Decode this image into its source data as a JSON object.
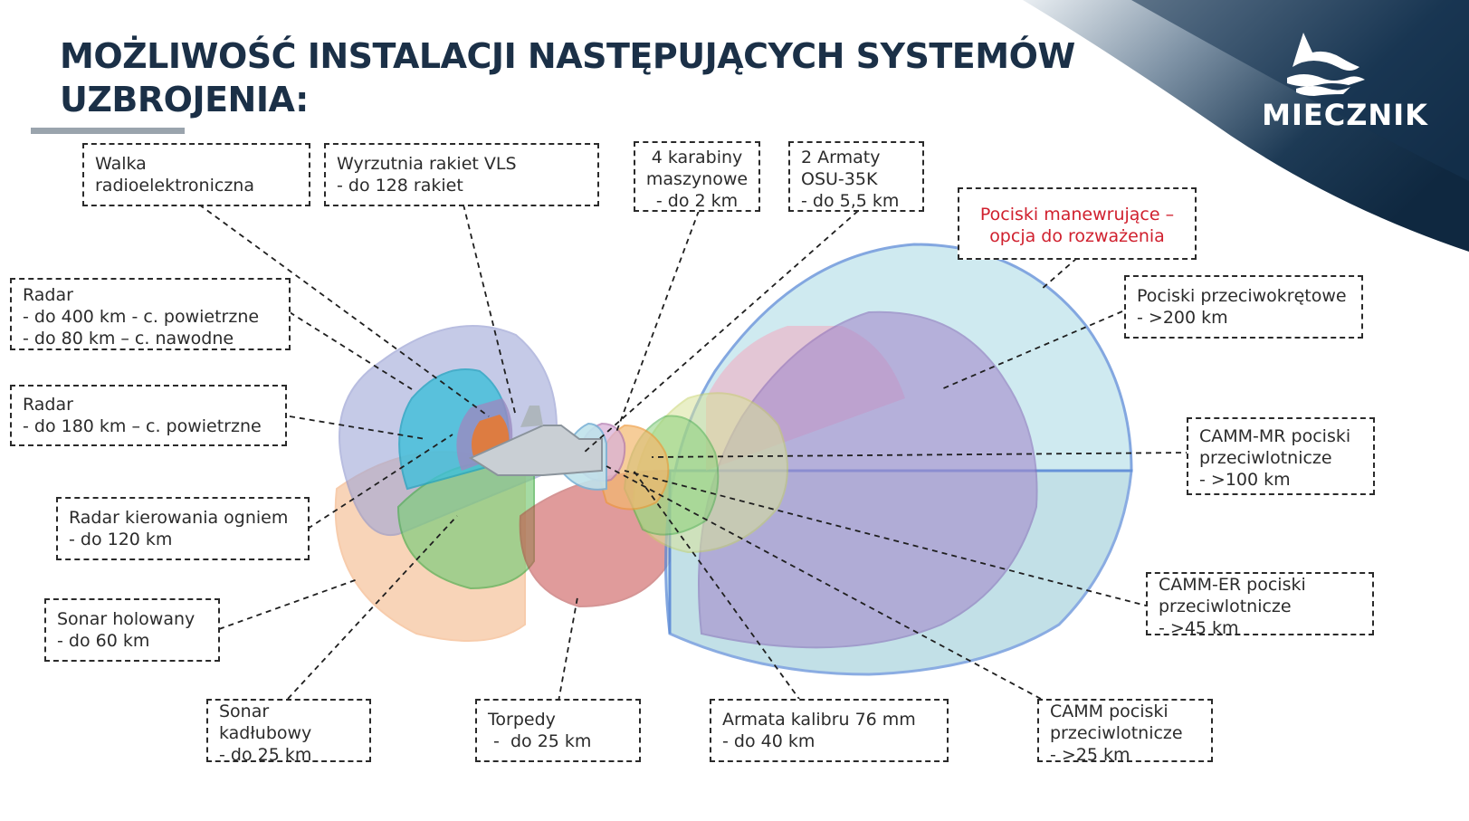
{
  "title": "MOŻLIWOŚĆ INSTALACJI NASTĘPUJĄCYCH SYSTEMÓW UZBROJENIA:",
  "logo": {
    "text": "MIECZNIK",
    "icon": "mecznik-bird-wave-icon"
  },
  "colors": {
    "title": "#1b3047",
    "brand_dark": "#142f47",
    "accent_red": "#d0202e"
  },
  "labels": {
    "walka": [
      "Walka",
      "radioelektroniczna"
    ],
    "vls": [
      "Wyrzutnia rakiet VLS",
      "- do 128 rakiet"
    ],
    "karabiny": [
      "4 karabiny",
      "maszynowe",
      "- do 2 km"
    ],
    "armaty": [
      "2 Armaty",
      "OSU-35K",
      "- do 5,5 km"
    ],
    "manewrujace": [
      "Pociski manewrujące –",
      "opcja do rozważenia"
    ],
    "radar400": [
      "Radar",
      "- do 400 km - c. powietrzne",
      "- do 80 km – c. nawodne"
    ],
    "radar180": [
      "Radar",
      "- do 180 km – c. powietrzne"
    ],
    "przeciwokretowe": [
      "Pociski przeciwokrętowe",
      "- >200 km"
    ],
    "cammmr": [
      "CAMM-MR pociski",
      "przeciwlotnicze",
      "- >100 km"
    ],
    "radarkier": [
      "Radar kierowania ogniem",
      "- do 120 km"
    ],
    "sonarhol": [
      "Sonar holowany",
      "- do 60 km"
    ],
    "cammer": [
      "CAMM-ER pociski",
      "przeciwlotnicze",
      "- >45 km"
    ],
    "sonarkad": [
      "Sonar",
      "kadłubowy",
      "- do 25 km"
    ],
    "torpedy": [
      "Torpedy",
      " -  do 25 km"
    ],
    "armata76": [
      "Armata kalibru 76 mm",
      "- do 40 km"
    ],
    "camm": [
      "CAMM pociski",
      "przeciwlotnicze",
      "- >25 km"
    ]
  }
}
